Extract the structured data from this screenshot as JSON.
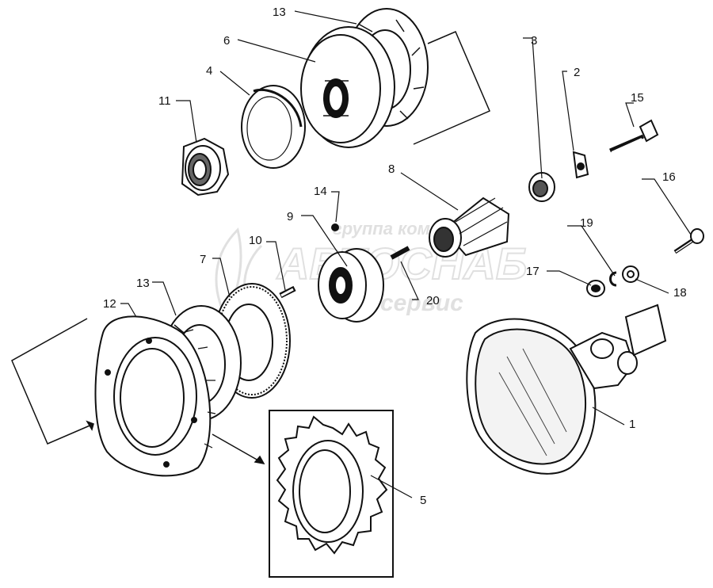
{
  "watermark": {
    "line1": "группа компаний",
    "line2": "АВТОСНАБ",
    "line3": "сервис",
    "color": "#c8c8c8"
  },
  "callouts": [
    {
      "id": "c1",
      "text": "1"
    },
    {
      "id": "c2",
      "text": "2"
    },
    {
      "id": "c3",
      "text": "3"
    },
    {
      "id": "c4",
      "text": "4"
    },
    {
      "id": "c5",
      "text": "5"
    },
    {
      "id": "c6",
      "text": "6"
    },
    {
      "id": "c7",
      "text": "7"
    },
    {
      "id": "c8",
      "text": "8"
    },
    {
      "id": "c9",
      "text": "9"
    },
    {
      "id": "c10",
      "text": "10"
    },
    {
      "id": "c11",
      "text": "11"
    },
    {
      "id": "c12",
      "text": "12"
    },
    {
      "id": "c13a",
      "text": "13"
    },
    {
      "id": "c13b",
      "text": "13"
    },
    {
      "id": "c14",
      "text": "14"
    },
    {
      "id": "c15",
      "text": "15"
    },
    {
      "id": "c16",
      "text": "16"
    },
    {
      "id": "c17",
      "text": "17"
    },
    {
      "id": "c18",
      "text": "18"
    },
    {
      "id": "c19",
      "text": "19"
    },
    {
      "id": "c20",
      "text": "20"
    }
  ],
  "line_color": "#111111"
}
